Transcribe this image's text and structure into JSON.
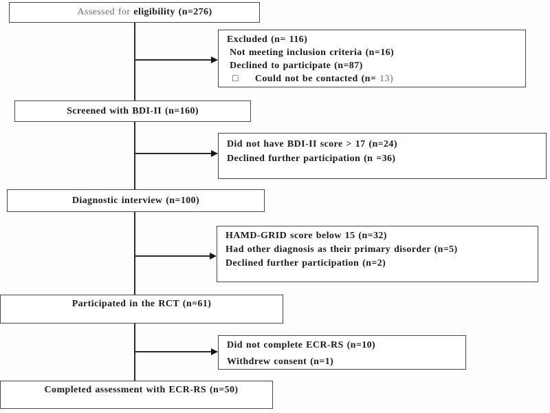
{
  "diagram_type": "consort-participant-flowchart",
  "colors": {
    "background": "#fdfdfd",
    "box_fill": "#ffffff",
    "box_border": "#464646",
    "text_bold": "#1c1c1c",
    "text_light": "#6b6b6b",
    "connector": "#2b2b2b"
  },
  "flow": {
    "main_boxes": [
      {
        "name": "assessed-eligibility",
        "prefix": "Assessed for ",
        "label": "eligibility (n=276)"
      },
      {
        "name": "screened-bdi",
        "label": "Screened with BDI-II (n=160)"
      },
      {
        "name": "diagnostic-interview",
        "label": "Diagnostic interview (n=100)"
      },
      {
        "name": "participated-rct",
        "label": "Participated in the RCT (n=61)"
      },
      {
        "name": "completed-assessment",
        "label": "Completed assessment with ECR-RS (n=50)"
      }
    ],
    "side_boxes": [
      {
        "name": "excluded",
        "lines": [
          {
            "text": "Excluded (n= 116)"
          },
          {
            "text": "Not meeting inclusion criteria (n=16)"
          },
          {
            "text": "Declined to participate (n=87)"
          },
          {
            "bullet_glyph": "□",
            "text": "Could not be contacted (n=",
            "suffix": " 13)"
          }
        ]
      },
      {
        "name": "bdi-exclusions",
        "lines": [
          {
            "text": "Did not have BDI-II score > 17 (n=24)"
          },
          {
            "text": "Declined further participation (n =36)"
          }
        ]
      },
      {
        "name": "interview-exclusions",
        "lines": [
          {
            "text": "HAMD-GRID score below 15 (n=32)"
          },
          {
            "text": "Had other diagnosis as their primary disorder (n=5)"
          },
          {
            "text": "Declined further participation (n=2)"
          }
        ]
      },
      {
        "name": "rct-exclusions",
        "lines": [
          {
            "text": "Did not complete ECR-RS (n=10)"
          },
          {
            "text": "Withdrew consent (n=1)"
          }
        ]
      }
    ]
  }
}
